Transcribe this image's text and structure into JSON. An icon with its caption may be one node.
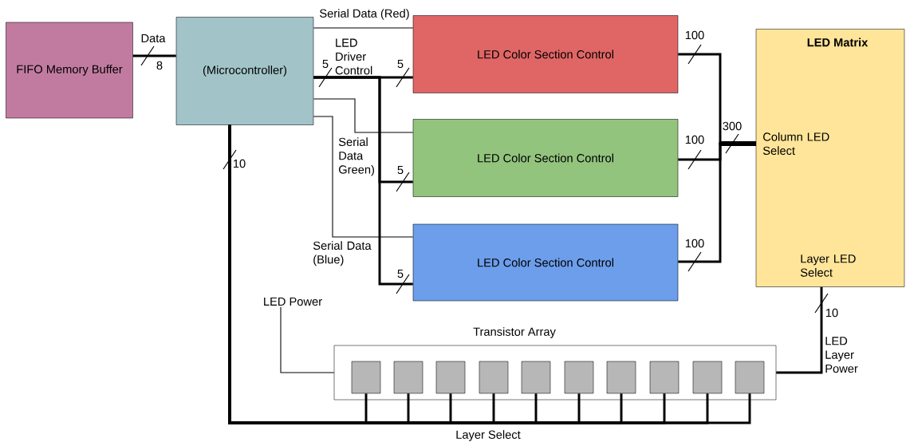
{
  "diagram": {
    "nodes": [
      {
        "text": [
          "FIFO Memory Buffer"
        ]
      },
      {
        "text": [
          "(Microcontroller)"
        ]
      },
      {
        "text": [
          "LED Color Section Control"
        ]
      },
      {
        "text": [
          "LED Color Section Control"
        ]
      },
      {
        "text": [
          "LED Color Section Control"
        ]
      },
      {
        "text": [
          "LED Matrix",
          "Column LED Select",
          "Layer LED Select"
        ]
      },
      {
        "text": [
          "Transistor Array"
        ]
      },
      {
        "text": [],
        "shape": "box",
        "in": 6
      },
      {
        "text": [],
        "shape": "box",
        "in": 6
      },
      {
        "text": [],
        "shape": "box",
        "in": 6
      },
      {
        "text": [],
        "shape": "box",
        "in": 6
      },
      {
        "text": [],
        "shape": "box",
        "in": 6
      },
      {
        "text": [],
        "shape": "box",
        "in": 6
      },
      {
        "text": [],
        "shape": "box",
        "in": 6
      },
      {
        "text": [],
        "shape": "box",
        "in": 6
      },
      {
        "text": [],
        "shape": "box",
        "in": 6
      },
      {
        "text": [],
        "shape": "box",
        "in": 6
      },
      {
        "text": [
          "LED Power"
        ]
      }
    ],
    "edges": [
      {
        "from": 0,
        "to": 1,
        "arrow": "none",
        "label": "Data"
      },
      {
        "from": 1,
        "to": 2,
        "arrow": "none",
        "label": "Serial Data (Red)"
      },
      {
        "from": 1,
        "to": 2,
        "arrow": "none",
        "label": "LED Driver Control"
      },
      {
        "from": 1,
        "to": 3,
        "arrow": "none"
      },
      {
        "from": 1,
        "to": 4,
        "arrow": "none"
      },
      {
        "from": 1,
        "to": 3,
        "arrow": "none",
        "label": "Serial Data Green)"
      },
      {
        "from": 1,
        "to": 4,
        "arrow": "none",
        "label": "Serial Data (Blue)"
      },
      {
        "from": 2,
        "to": 5,
        "arrow": "none"
      },
      {
        "from": 3,
        "to": 5,
        "arrow": "none"
      },
      {
        "from": 4,
        "to": 5,
        "arrow": "none"
      },
      {
        "from": 5,
        "to": 6,
        "arrow": "none",
        "label": "LED Layer Power"
      },
      {
        "from": 17,
        "to": 6,
        "arrow": "none"
      },
      {
        "from": 1,
        "to": 7,
        "arrow": "none"
      },
      {
        "from": 1,
        "to": 8,
        "arrow": "none"
      },
      {
        "from": 1,
        "to": 9,
        "arrow": "none"
      },
      {
        "from": 1,
        "to": 10,
        "arrow": "none"
      },
      {
        "from": 1,
        "to": 11,
        "arrow": "none"
      },
      {
        "from": 1,
        "to": 12,
        "arrow": "none"
      },
      {
        "from": 1,
        "to": 13,
        "arrow": "none"
      },
      {
        "from": 1,
        "to": 14,
        "arrow": "none"
      },
      {
        "from": 1,
        "to": 15,
        "arrow": "none"
      },
      {
        "from": 1,
        "to": 16,
        "arrow": "none"
      }
    ],
    "labels": [
      "100",
      "8",
      "5",
      "5",
      "300",
      "100",
      "10",
      "5",
      "100",
      "5",
      "10",
      "Layer Select"
    ]
  }
}
